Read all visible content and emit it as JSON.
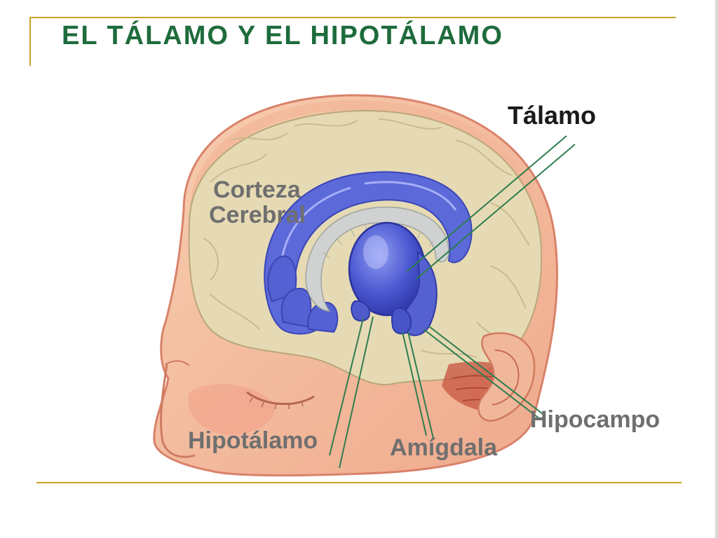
{
  "slide": {
    "title": "EL TÁLAMO Y EL HIPOTÁLAMO"
  },
  "labels": {
    "thalamus": "Tálamo",
    "cortex_line1": "Corteza",
    "cortex_line2": "Cerebral",
    "hypothalamus": "Hipotálamo",
    "amygdala": "Amígdala",
    "hippocampus": "Hipocampo"
  },
  "colors": {
    "title": "#1e6b3c",
    "rule": "#c9a227",
    "leader_line": "#2e7d4f",
    "skin": "#f4c3a3",
    "brain": "#e4d7b0",
    "limbic": "#5866d6"
  }
}
